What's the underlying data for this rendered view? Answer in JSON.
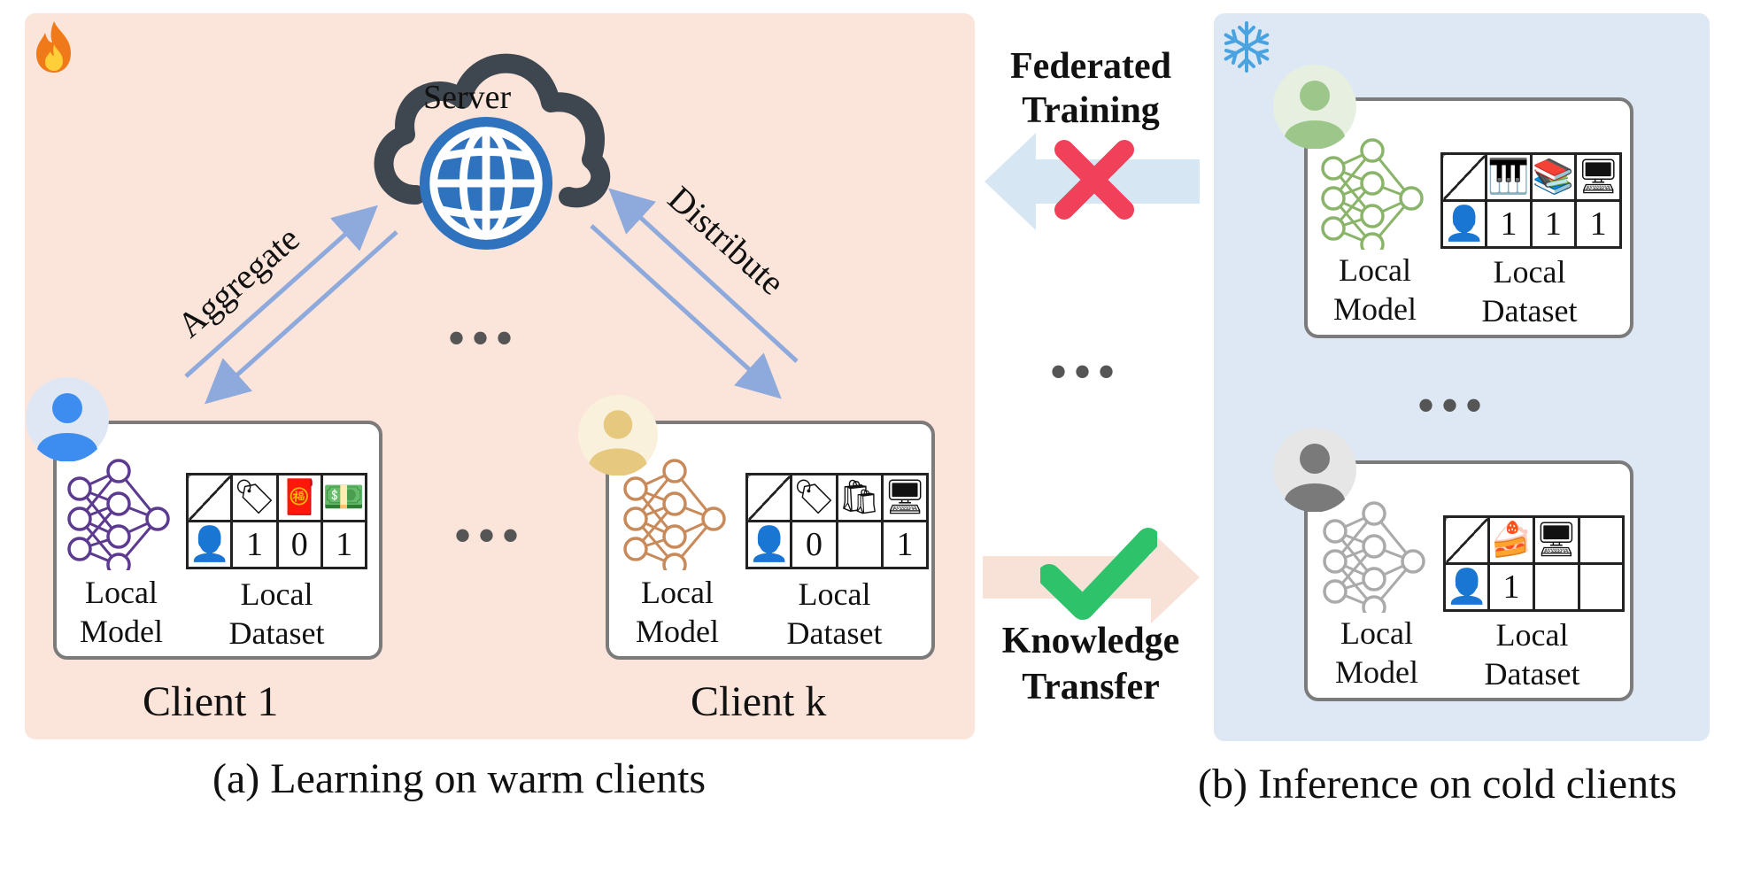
{
  "server_label": "Server",
  "edge_labels": {
    "aggregate": "Aggregate",
    "distribute": "Distribute"
  },
  "panel_a": {
    "caption": "(a) Learning on warm clients",
    "clients": [
      {
        "name": "Client 1",
        "model_label_1": "Local",
        "model_label_2": "Model",
        "dataset_label_1": "Local",
        "dataset_label_2": "Dataset",
        "values": [
          "1",
          "0",
          "1"
        ],
        "color": "#5b3a8f",
        "avatar_color": "#3d8df0"
      },
      {
        "name": "Client k",
        "model_label_1": "Local",
        "model_label_2": "Model",
        "dataset_label_1": "Local",
        "dataset_label_2": "Dataset",
        "values": [
          "0",
          "",
          "1"
        ],
        "color": "#c98a5a",
        "avatar_color": "#e6c97e"
      }
    ]
  },
  "middle": {
    "federated_1": "Federated",
    "federated_2": "Training",
    "knowledge_1": "Knowledge",
    "knowledge_2": "Transfer"
  },
  "panel_b": {
    "caption": "(b) Inference on cold clients",
    "clients": [
      {
        "model_label_1": "Local",
        "model_label_2": "Model",
        "dataset_label_1": "Local",
        "dataset_label_2": "Dataset",
        "values": [
          "1",
          "1",
          "1"
        ],
        "color": "#8ab46a",
        "avatar_color": "#9dc78a"
      },
      {
        "model_label_1": "Local",
        "model_label_2": "Model",
        "dataset_label_1": "Local",
        "dataset_label_2": "Dataset",
        "values": [
          "1",
          "",
          ""
        ],
        "color": "#aaaaaa",
        "avatar_color": "#8a8a8a"
      }
    ]
  },
  "icons": [
    "fire-icon",
    "snowflake-icon",
    "cloud-icon",
    "globe-icon",
    "cross-icon",
    "checkmark-icon",
    "user-icon",
    "neural-network-icon"
  ]
}
